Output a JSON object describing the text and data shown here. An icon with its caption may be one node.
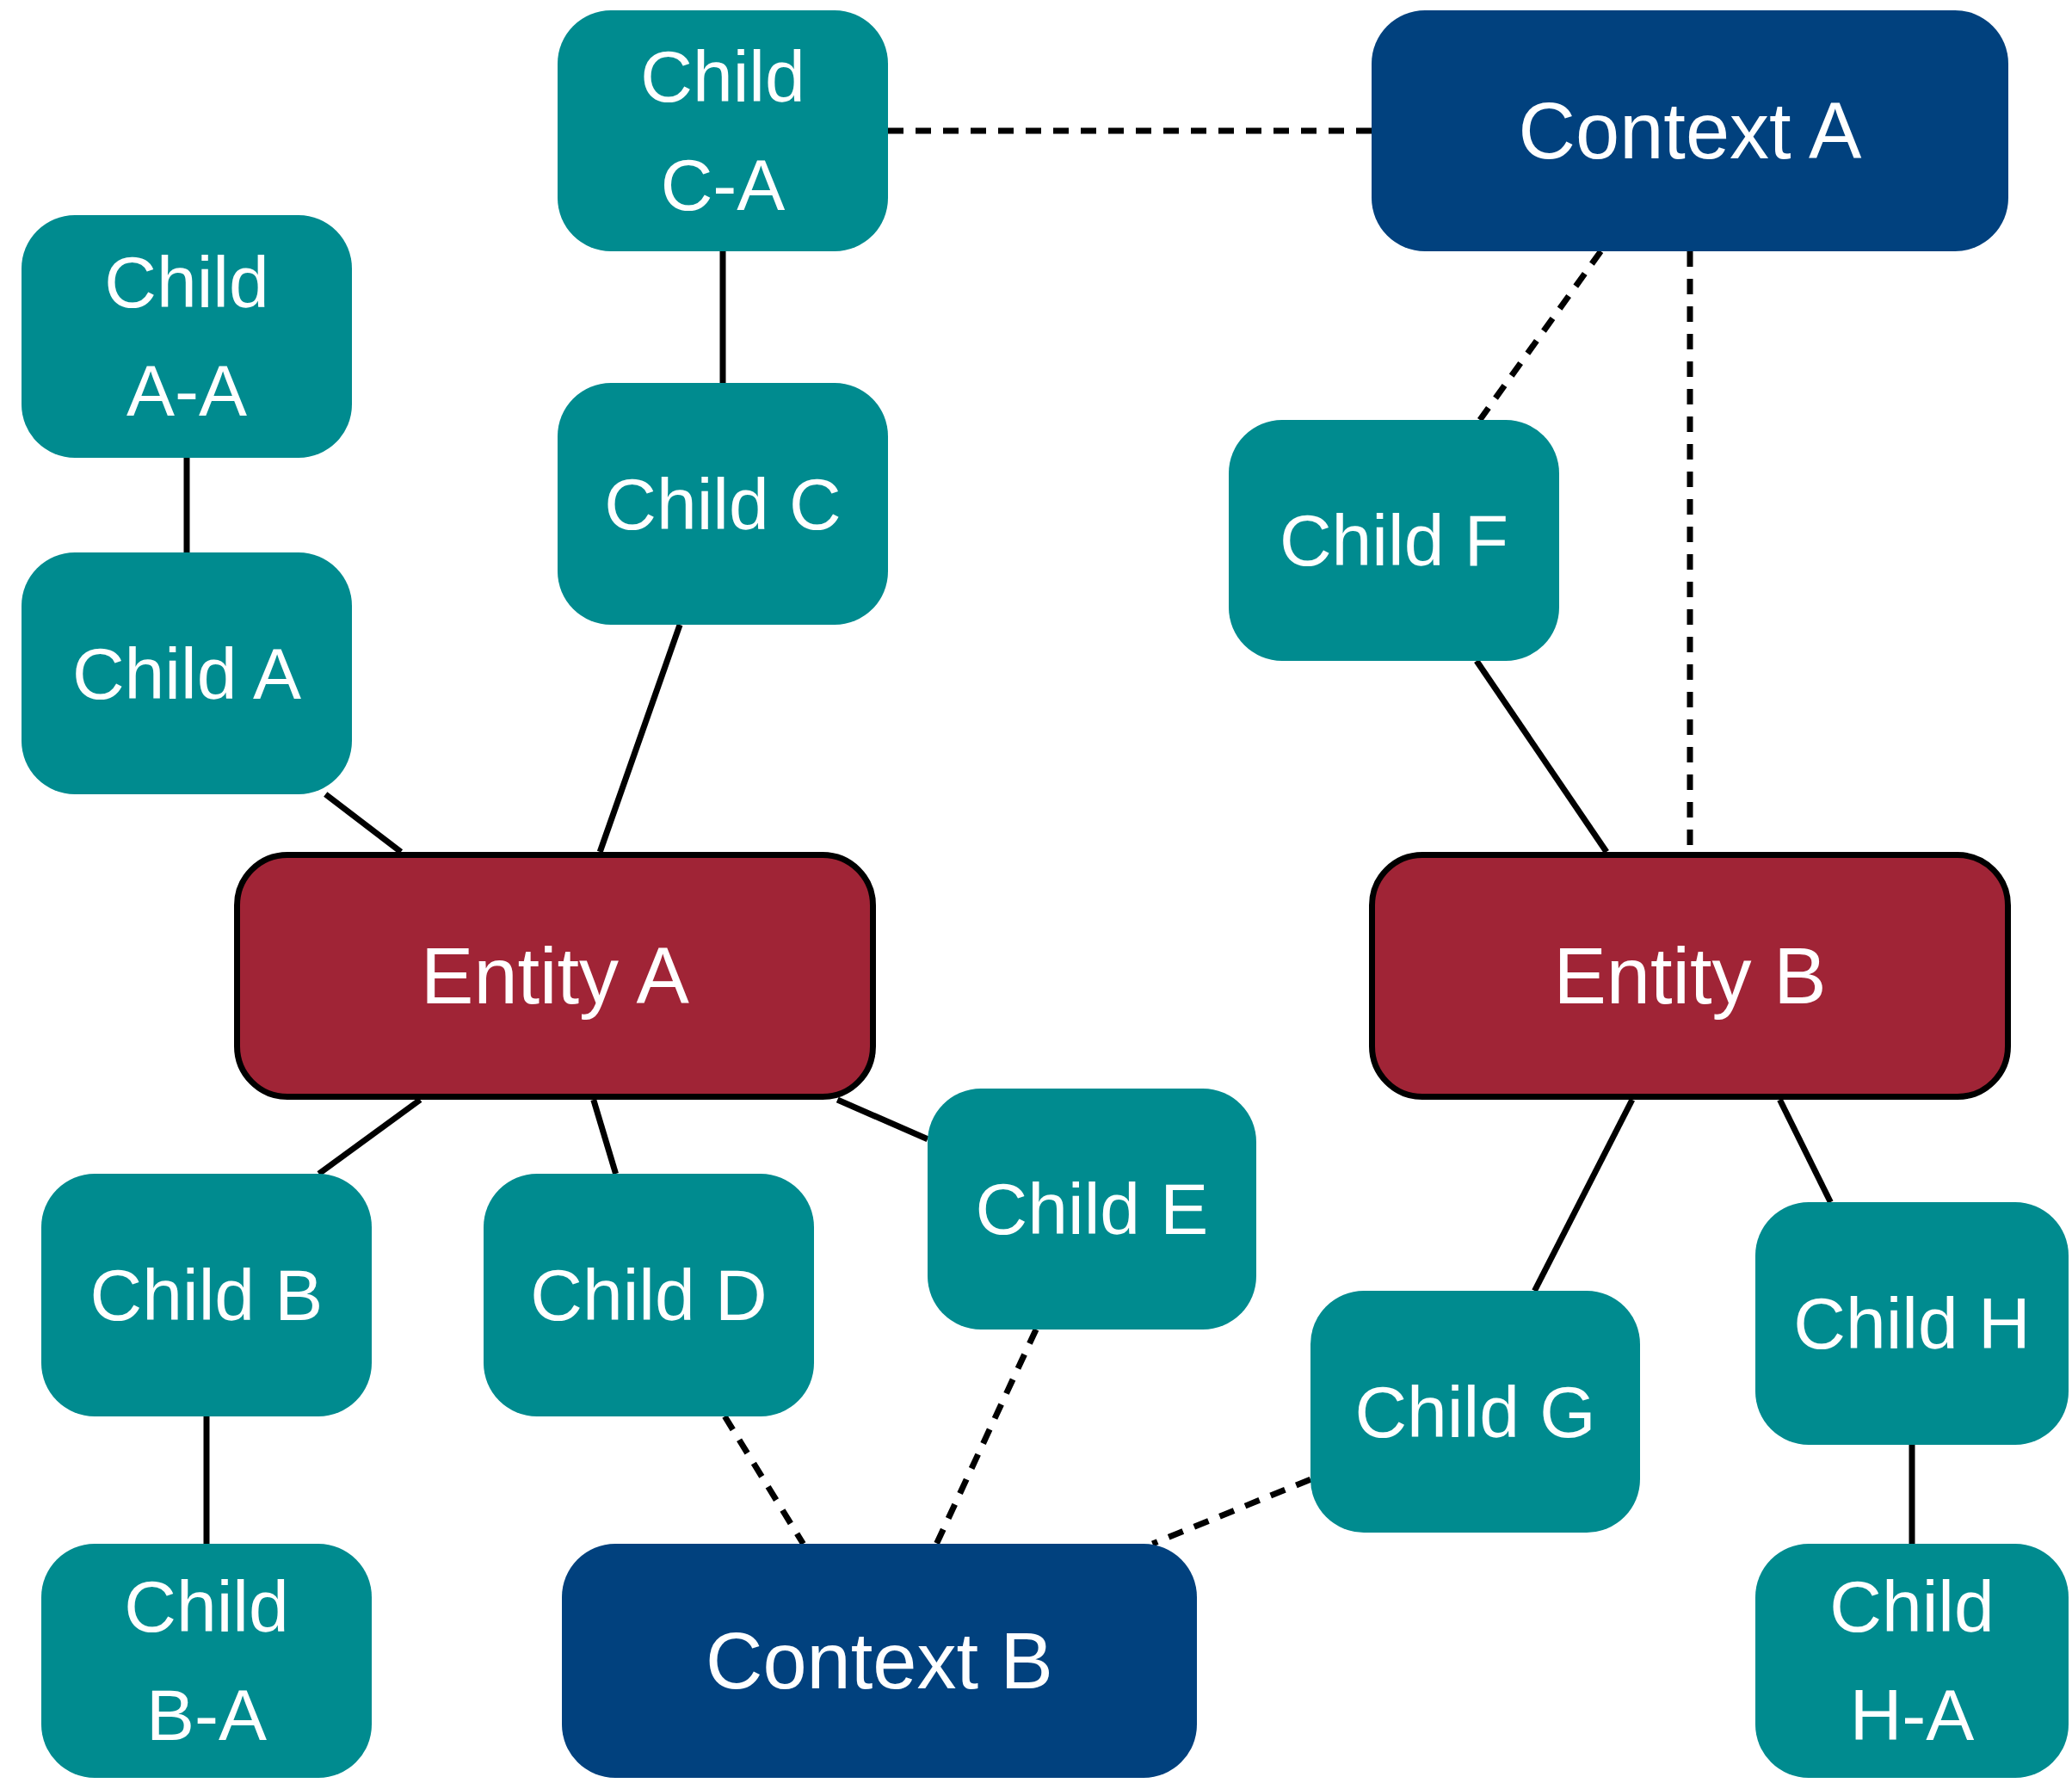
{
  "diagram": {
    "nodes": [
      {
        "text": [
          "Child C-A"
        ]
      },
      {
        "text": [
          "Context A"
        ]
      },
      {
        "text": [
          "Child A-A"
        ]
      },
      {
        "text": [
          "Child C"
        ]
      },
      {
        "text": [
          "Child F"
        ]
      },
      {
        "text": [
          "Child A"
        ]
      },
      {
        "text": [
          "Entity A"
        ]
      },
      {
        "text": [
          "Entity B"
        ]
      },
      {
        "text": [
          "Child E"
        ]
      },
      {
        "text": [
          "Child B"
        ]
      },
      {
        "text": [
          "Child D"
        ]
      },
      {
        "text": [
          "Child H"
        ]
      },
      {
        "text": [
          "Child G"
        ]
      },
      {
        "text": [
          "Child B-A"
        ]
      },
      {
        "text": [
          "Context B"
        ]
      },
      {
        "text": [
          "Child H-A"
        ]
      }
    ],
    "edges": [
      {
        "from": 0,
        "to": 1,
        "arrow": "none",
        "style": "dashed"
      },
      {
        "from": 0,
        "to": 3,
        "arrow": "none"
      },
      {
        "from": 2,
        "to": 5,
        "arrow": "none"
      },
      {
        "from": 5,
        "to": 6,
        "arrow": "none"
      },
      {
        "from": 3,
        "to": 6,
        "arrow": "none"
      },
      {
        "from": 1,
        "to": 4,
        "arrow": "none",
        "style": "dashed"
      },
      {
        "from": 1,
        "to": 7,
        "arrow": "none",
        "style": "dashed"
      },
      {
        "from": 4,
        "to": 7,
        "arrow": "none"
      },
      {
        "from": 6,
        "to": 9,
        "arrow": "none"
      },
      {
        "from": 6,
        "to": 10,
        "arrow": "none"
      },
      {
        "from": 6,
        "to": 8,
        "arrow": "none"
      },
      {
        "from": 10,
        "to": 14,
        "arrow": "none",
        "style": "dashed"
      },
      {
        "from": 8,
        "to": 14,
        "arrow": "none",
        "style": "dashed"
      },
      {
        "from": 12,
        "to": 14,
        "arrow": "none",
        "style": "dashed"
      },
      {
        "from": 7,
        "to": 12,
        "arrow": "none"
      },
      {
        "from": 7,
        "to": 11,
        "arrow": "none"
      },
      {
        "from": 11,
        "to": 15,
        "arrow": "none"
      },
      {
        "from": 9,
        "to": 13,
        "arrow": "none"
      }
    ]
  }
}
